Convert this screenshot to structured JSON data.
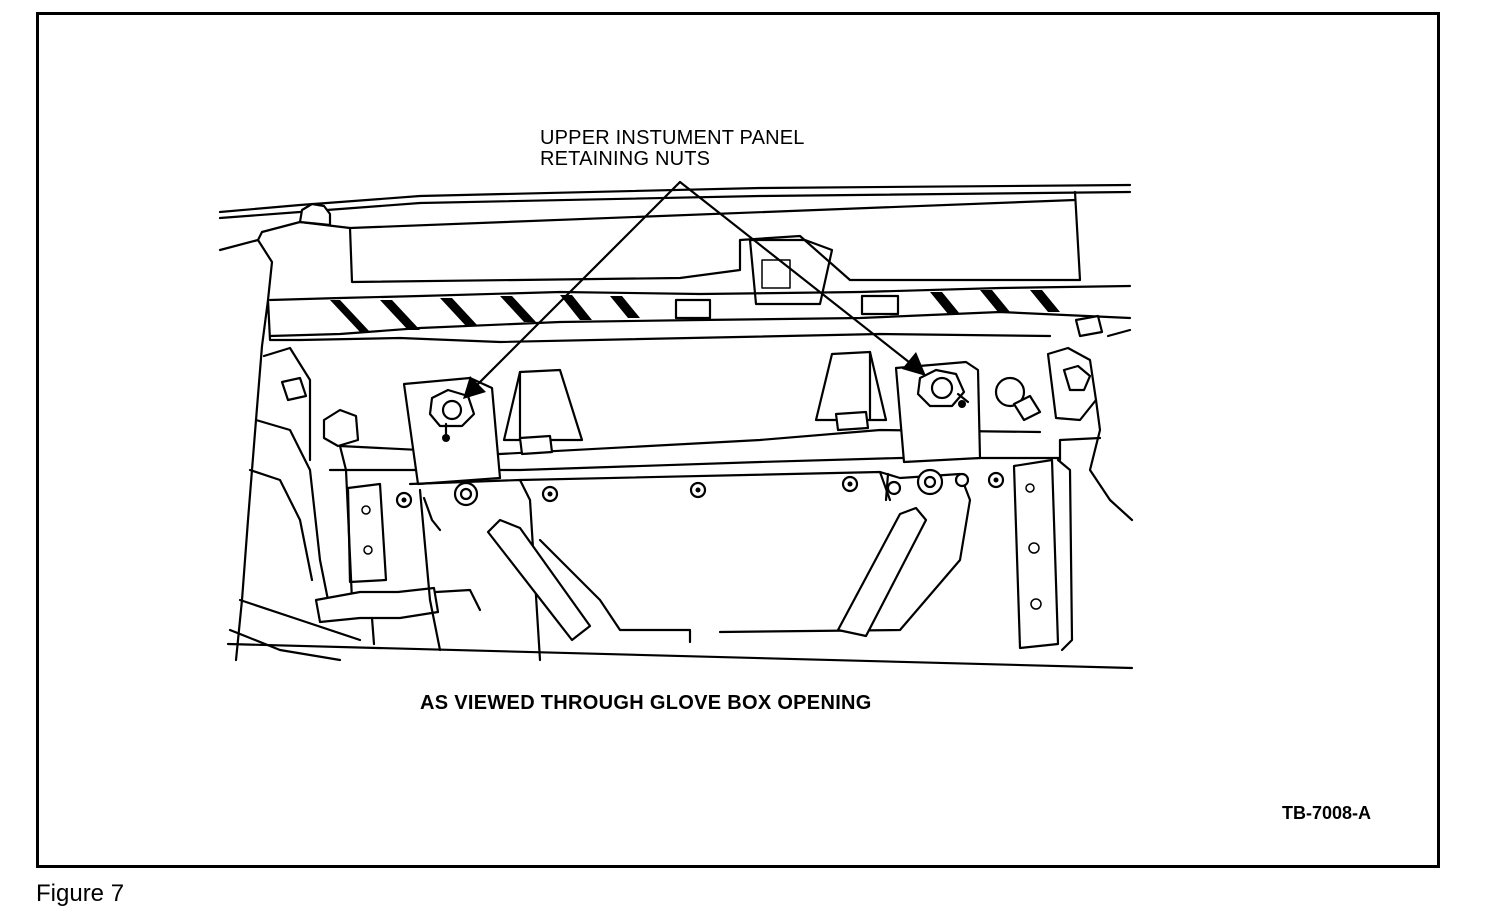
{
  "callout": {
    "line1": "UPPER INSTUMENT PANEL",
    "line2": "RETAINING NUTS"
  },
  "caption": "AS VIEWED THROUGH GLOVE BOX OPENING",
  "figure_code": "TB-7008-A",
  "figure_label": "Figure 7"
}
